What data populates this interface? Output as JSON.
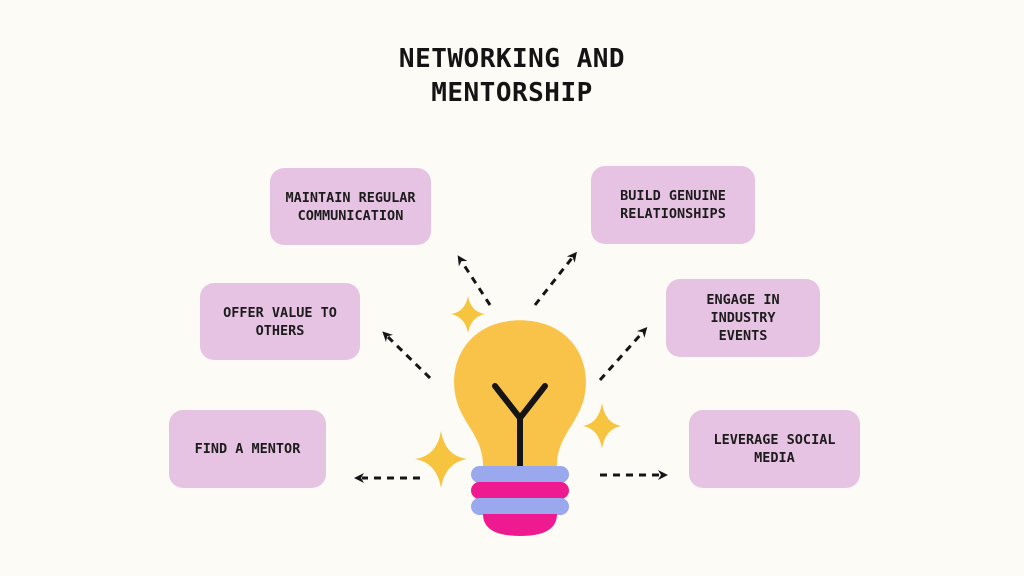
{
  "title": {
    "line1": "Networking and",
    "line2": "Mentorship"
  },
  "items": [
    {
      "line1": "Maintain regular",
      "line2": "communication"
    },
    {
      "line1": "Build genuine",
      "line2": "relationships"
    },
    {
      "line1": "Offer value to",
      "line2": "others"
    },
    {
      "line1": "Engage in industry",
      "line2": "events"
    },
    {
      "line1": "Find a mentor",
      "line2": ""
    },
    {
      "line1": "Leverage social",
      "line2": "media"
    }
  ],
  "colors": {
    "background": "#fcfbf6",
    "box": "#e7c3e3",
    "bulb": "#f9c34a",
    "sparkle": "#f6c43f",
    "band_blue": "#9aa8ee",
    "band_pink": "#ee1a8f",
    "arrow": "#151515"
  },
  "icons": [
    "lightbulb-icon",
    "sparkle-icon",
    "arrow-icon"
  ]
}
